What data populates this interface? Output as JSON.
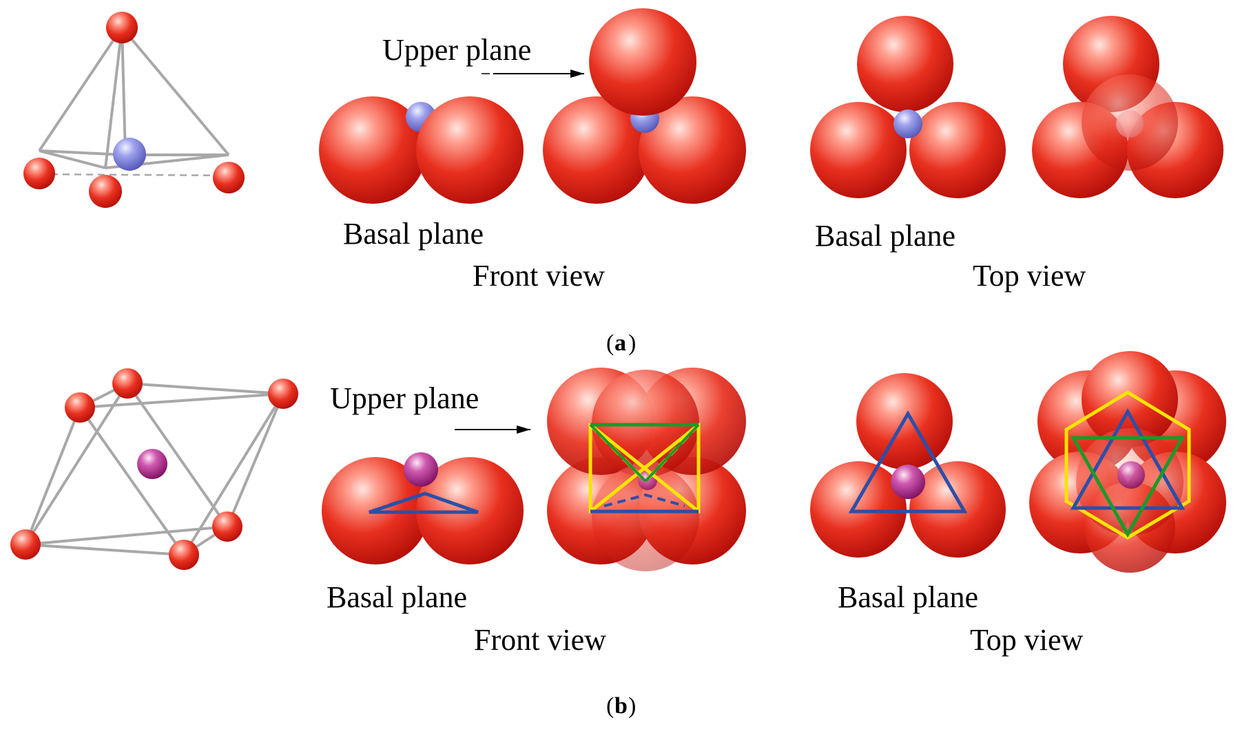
{
  "panel_a": {
    "caption": "a",
    "upper_plane": "Upper plane",
    "basal_plane_front": "Basal plane",
    "front_view": "Front view",
    "basal_plane_top": "Basal plane",
    "top_view": "Top view"
  },
  "panel_b": {
    "caption": "b",
    "upper_plane": "Upper plane",
    "basal_plane_front": "Basal plane",
    "front_view": "Front view",
    "basal_plane_top": "Basal plane",
    "top_view": "Top view"
  },
  "colors": {
    "host_atom": "#e2201c",
    "tetrahedral_site_atom": "#7b7fd6",
    "octahedral_site_atom": "#a4187f",
    "bond": "#a8a8a8",
    "lower_triangle": "#2c4fa8",
    "upper_triangle": "#1a9a2a",
    "octahedron_edges": "#f5e400"
  }
}
